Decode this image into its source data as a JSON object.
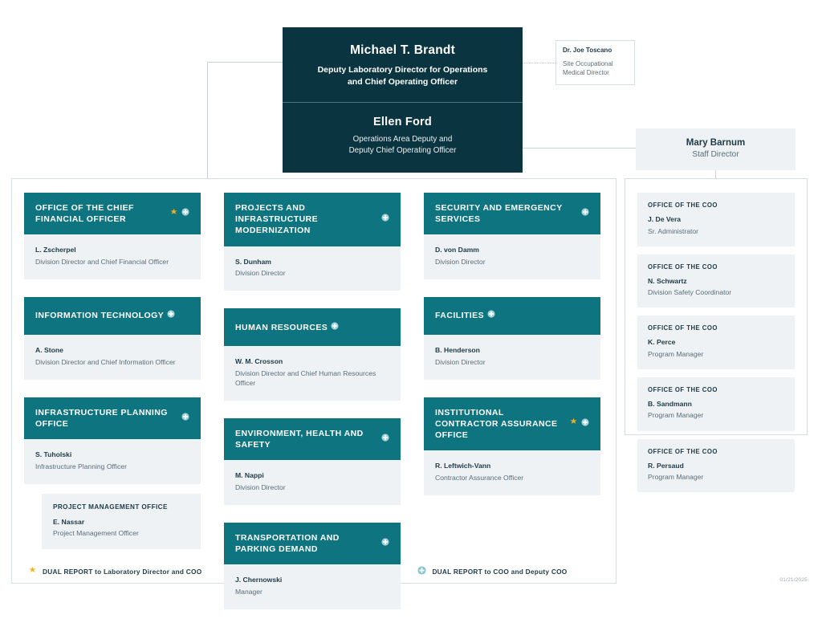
{
  "executives": {
    "top": {
      "name": "Michael T. Brandt",
      "title_line1": "Deputy Laboratory Director for Operations",
      "title_line2": "and Chief Operating Officer"
    },
    "second": {
      "name": "Ellen Ford",
      "title_line1": "Operations Area Deputy and",
      "title_line2": "Deputy Chief Operating Officer"
    },
    "medical": {
      "name": "Dr. Joe Toscano",
      "title_line1": "Site Occupational",
      "title_line2": "Medical Director"
    },
    "staff_director": {
      "name": "Mary Barnum",
      "title": "Staff Director"
    }
  },
  "columns": [
    {
      "units": [
        {
          "title": "OFFICE OF THE CHIEF FINANCIAL OFFICER",
          "badges": [
            "star",
            "plus"
          ],
          "person_name": "L. Zscherpel",
          "person_title": "Division Director and Chief Financial Officer"
        },
        {
          "title": "INFORMATION TECHNOLOGY",
          "badges": [
            "plus"
          ],
          "person_name": "A. Stone",
          "person_title": "Division Director and Chief Information Officer"
        },
        {
          "title": "INFRASTRUCTURE PLANNING OFFICE",
          "badges": [
            "plus"
          ],
          "person_name": "S. Tuholski",
          "person_title": "Infrastructure Planning Officer",
          "subunit": {
            "label": "PROJECT MANAGEMENT OFFICE",
            "person_name": "E. Nassar",
            "person_title": "Project Management Officer"
          }
        }
      ]
    },
    {
      "units": [
        {
          "title": "PROJECTS AND INFRASTRUCTURE MODERNIZATION",
          "badges": [
            "plus"
          ],
          "person_name": "S. Dunham",
          "person_title": "Division Director"
        },
        {
          "title": "HUMAN RESOURCES",
          "badges": [
            "plus"
          ],
          "person_name": "W. M. Crosson",
          "person_title": "Division Director and Chief Human Resources Officer"
        },
        {
          "title": "ENVIRONMENT, HEALTH AND SAFETY",
          "badges": [
            "plus"
          ],
          "person_name": "M. Nappi",
          "person_title": "Division Director"
        },
        {
          "title": "TRANSPORTATION AND PARKING DEMAND",
          "badges": [
            "plus"
          ],
          "person_name": "J. Chernowski",
          "person_title": "Manager"
        }
      ]
    },
    {
      "units": [
        {
          "title": "SECURITY AND EMERGENCY SERVICES",
          "badges": [
            "plus"
          ],
          "person_name": "D. von Damm",
          "person_title": "Division Director"
        },
        {
          "title": "FACILITIES",
          "badges": [
            "plus"
          ],
          "person_name": "B. Henderson",
          "person_title": "Division Director"
        },
        {
          "title": "INSTITUTIONAL CONTRACTOR ASSURANCE OFFICE",
          "badges": [
            "star",
            "plus"
          ],
          "person_name": "R. Leftwich-Vann",
          "person_title": "Contractor Assurance Officer"
        }
      ]
    }
  ],
  "coo_office": {
    "cards": [
      {
        "label": "OFFICE OF THE COO",
        "person_name": "J. De Vera",
        "person_title": "Sr. Administrator"
      },
      {
        "label": "OFFICE OF THE COO",
        "person_name": "N. Schwartz",
        "person_title": "Division Safety Coordinator"
      },
      {
        "label": "OFFICE OF THE COO",
        "person_name": "K. Perce",
        "person_title": "Program Manager"
      },
      {
        "label": "OFFICE OF THE COO",
        "person_name": "B. Sandmann",
        "person_title": "Program Manager"
      },
      {
        "label": "OFFICE OF THE COO",
        "person_name": "R. Persaud",
        "person_title": "Program Manager"
      }
    ]
  },
  "legend": {
    "star_text": "DUAL REPORT to Laboratory Director and COO",
    "plus_text": "DUAL REPORT to COO and Deputy COO"
  },
  "footer": {
    "date": "01/21/2025"
  },
  "colors": {
    "dark": "#0a3440",
    "teal": "#0d7480",
    "panel": "#eef2f4",
    "star": "#f0b323",
    "line": "#c9d2d6",
    "text": "#1f3a47",
    "subtext": "#5b6e78"
  }
}
